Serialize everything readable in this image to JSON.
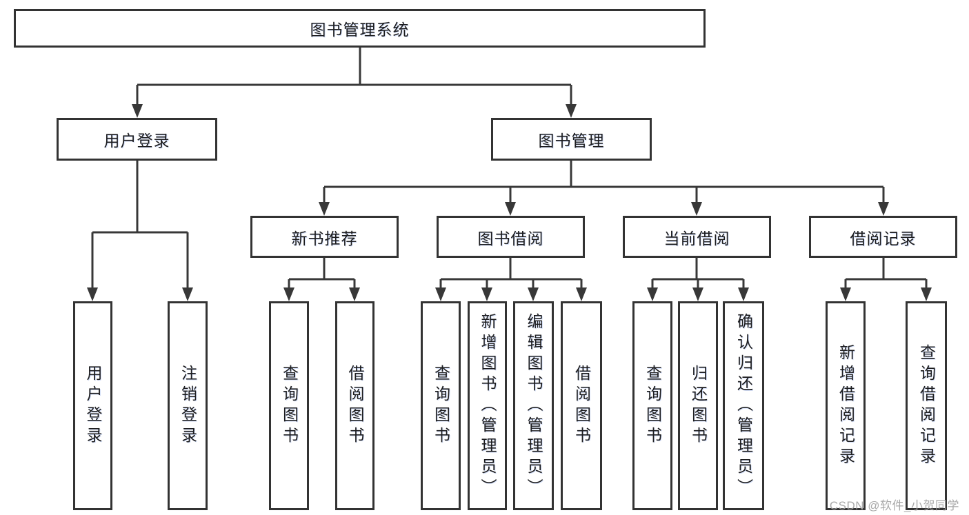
{
  "diagram_title": "图书管理系统",
  "palette": {
    "line": "#383838",
    "box_border": "#333333",
    "text": "#1d1d1f",
    "background": "#ffffff",
    "watermark": "#a4a4a4"
  },
  "tree": {
    "root": "图书管理系统",
    "level2": [
      "用户登录",
      "图书管理"
    ],
    "user_login_children": [
      "用户登录",
      "注销登录"
    ],
    "level3": [
      "新书推荐",
      "图书借阅",
      "当前借阅",
      "借阅记录"
    ],
    "new_book_children": [
      "查询图书",
      "借阅图书"
    ],
    "borrow_children": [
      "查询图书",
      "新增图书（管理员）",
      "编辑图书（管理员）",
      "借阅图书"
    ],
    "current_children": [
      "查询图书",
      "归还图书",
      "确认归还（管理员）"
    ],
    "record_children": [
      "新增借阅记录",
      "查询借阅记录"
    ]
  },
  "watermark": "CSDN @软件_小贺同学"
}
